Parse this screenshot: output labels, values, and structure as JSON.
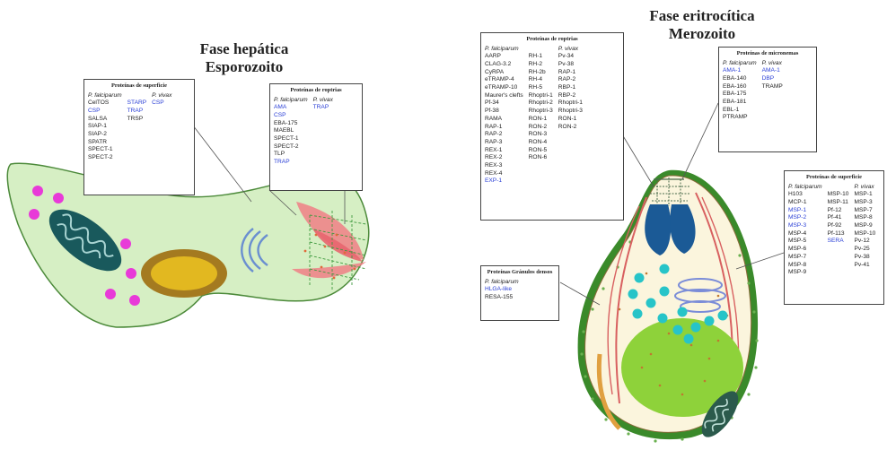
{
  "liver_stage": {
    "title_line1": "Fase hepática",
    "title_line2": "Esporozoito",
    "surface_box": {
      "title": "Proteínas de superficie",
      "columns": [
        {
          "header": "P. falciparum",
          "items": [
            {
              "text": "CelTOS",
              "blue": false
            },
            {
              "text": "CSP",
              "blue": true
            },
            {
              "text": "SALSA",
              "blue": false
            },
            {
              "text": "SIAP-1",
              "blue": false
            },
            {
              "text": "SIAP-2",
              "blue": false
            },
            {
              "text": "SPATR",
              "blue": false
            },
            {
              "text": "SPECT-1",
              "blue": false
            },
            {
              "text": "SPECT-2",
              "blue": false
            }
          ]
        },
        {
          "header": "",
          "items": [
            {
              "text": "STARP",
              "blue": true
            },
            {
              "text": "TRAP",
              "blue": true
            },
            {
              "text": "TRSP",
              "blue": false
            }
          ]
        },
        {
          "header": "P. vivax",
          "items": [
            {
              "text": "CSP",
              "blue": true
            }
          ]
        }
      ]
    },
    "receptor_box": {
      "title": "Proteínas de roptrias",
      "columns": [
        {
          "header": "P. falciparum",
          "items": [
            {
              "text": "AMA",
              "blue": true
            },
            {
              "text": "CSP",
              "blue": true
            },
            {
              "text": "EBA-175",
              "blue": false
            },
            {
              "text": "MAEBL",
              "blue": false
            },
            {
              "text": "SPECT-1",
              "blue": false
            },
            {
              "text": "SPECT-2",
              "blue": false
            },
            {
              "text": "TLP",
              "blue": false
            },
            {
              "text": "TRAP",
              "blue": true
            }
          ]
        },
        {
          "header": "P. vivax",
          "items": [
            {
              "text": "TRAP",
              "blue": true
            }
          ]
        }
      ]
    }
  },
  "erythrocytic_stage": {
    "title_line1": "Fase eritrocítica",
    "title_line2": "Merozoito",
    "rhoptry_box": {
      "title": "Proteínas de roptrias",
      "columns": [
        {
          "header": "P. falciparum",
          "items": [
            {
              "text": "AARP",
              "blue": false
            },
            {
              "text": "CLAG-3.2",
              "blue": false
            },
            {
              "text": "CyRPA",
              "blue": false
            },
            {
              "text": "eTRAMP-4",
              "blue": false
            },
            {
              "text": "eTRAMP-10",
              "blue": false
            },
            {
              "text": "Maurer's clefts",
              "blue": false
            },
            {
              "text": "Pf-34",
              "blue": false
            },
            {
              "text": "Pf-38",
              "blue": false
            },
            {
              "text": "RAMA",
              "blue": false
            },
            {
              "text": "RAP-1",
              "blue": false
            },
            {
              "text": "RAP-2",
              "blue": false
            },
            {
              "text": "RAP-3",
              "blue": false
            },
            {
              "text": "REX-1",
              "blue": false
            },
            {
              "text": "REX-2",
              "blue": false
            },
            {
              "text": "REX-3",
              "blue": false
            },
            {
              "text": "REX-4",
              "blue": false
            },
            {
              "text": "EXP-1",
              "blue": true
            }
          ]
        },
        {
          "header": "",
          "items": [
            {
              "text": "RH-1",
              "blue": false
            },
            {
              "text": "RH-2",
              "blue": false
            },
            {
              "text": "RH-2b",
              "blue": false
            },
            {
              "text": "RH-4",
              "blue": false
            },
            {
              "text": "RH-5",
              "blue": false
            },
            {
              "text": "Rhoptri-1",
              "blue": false
            },
            {
              "text": "Rhoptri-2",
              "blue": false
            },
            {
              "text": "Rhoptri-3",
              "blue": false
            },
            {
              "text": "RON-1",
              "blue": false
            },
            {
              "text": "RON-2",
              "blue": false
            },
            {
              "text": "RON-3",
              "blue": false
            },
            {
              "text": "RON-4",
              "blue": false
            },
            {
              "text": "RON-5",
              "blue": false
            },
            {
              "text": "RON-6",
              "blue": false
            }
          ]
        },
        {
          "header": "P. vivax",
          "items": [
            {
              "text": "Pv-34",
              "blue": false
            },
            {
              "text": "Pv-38",
              "blue": false
            },
            {
              "text": "RAP-1",
              "blue": false
            },
            {
              "text": "RAP-2",
              "blue": false
            },
            {
              "text": "RBP-1",
              "blue": false
            },
            {
              "text": "RBP-2",
              "blue": false
            },
            {
              "text": "Rhoptri-1",
              "blue": false
            },
            {
              "text": "Rhoptri-3",
              "blue": false
            },
            {
              "text": "RON-1",
              "blue": false
            },
            {
              "text": "RON-2",
              "blue": false
            }
          ]
        }
      ]
    },
    "micronemes_box": {
      "title": "Proteínas de micronemas",
      "columns": [
        {
          "header": "P. falciparum",
          "items": [
            {
              "text": "AMA-1",
              "blue": true
            },
            {
              "text": "EBA-140",
              "blue": false
            },
            {
              "text": "EBA-160",
              "blue": false
            },
            {
              "text": "EBA-175",
              "blue": false
            },
            {
              "text": "EBA-181",
              "blue": false
            },
            {
              "text": "EBL-1",
              "blue": false
            },
            {
              "text": "PTRAMP",
              "blue": false
            }
          ]
        },
        {
          "header": "P. vivax",
          "items": [
            {
              "text": "AMA-1",
              "blue": true
            },
            {
              "text": "DBP",
              "blue": true
            },
            {
              "text": "TRAMP",
              "blue": false
            }
          ]
        }
      ]
    },
    "dense_granules_box": {
      "title": "Proteínas Gránulos densos",
      "columns": [
        {
          "header": "P. falciparum",
          "items": [
            {
              "text": "HLGA-like",
              "blue": true
            },
            {
              "text": "RESA-155",
              "blue": false
            }
          ]
        }
      ]
    },
    "surface_box": {
      "title": "Proteínas de superficie",
      "columns": [
        {
          "header": "P. falciparum",
          "items": [
            {
              "text": "H103",
              "blue": false
            },
            {
              "text": "MCP-1",
              "blue": false
            },
            {
              "text": "MSP-1",
              "blue": true
            },
            {
              "text": "MSP-2",
              "blue": true
            },
            {
              "text": "MSP-3",
              "blue": true
            },
            {
              "text": "MSP-4",
              "blue": false
            },
            {
              "text": "MSP-5",
              "blue": false
            },
            {
              "text": "MSP-6",
              "blue": false
            },
            {
              "text": "MSP-7",
              "blue": false
            },
            {
              "text": "MSP-8",
              "blue": false
            },
            {
              "text": "MSP-9",
              "blue": false
            }
          ]
        },
        {
          "header": "",
          "items": [
            {
              "text": "MSP-10",
              "blue": false
            },
            {
              "text": "MSP-11",
              "blue": false
            },
            {
              "text": "Pf-12",
              "blue": false
            },
            {
              "text": "Pf-41",
              "blue": false
            },
            {
              "text": "Pf-92",
              "blue": false
            },
            {
              "text": "Pf-113",
              "blue": false
            },
            {
              "text": "SERA",
              "blue": true
            }
          ]
        },
        {
          "header": "P. vivax",
          "items": [
            {
              "text": "MSP-1",
              "blue": false
            },
            {
              "text": "MSP-3",
              "blue": false
            },
            {
              "text": "MSP-7",
              "blue": false
            },
            {
              "text": "MSP-8",
              "blue": false
            },
            {
              "text": "MSP-9",
              "blue": false
            },
            {
              "text": "MSP-10",
              "blue": false
            },
            {
              "text": "Pv-12",
              "blue": false
            },
            {
              "text": "Pv-25",
              "blue": false
            },
            {
              "text": "Pv-38",
              "blue": false
            },
            {
              "text": "Pv-41",
              "blue": false
            }
          ]
        }
      ]
    }
  }
}
